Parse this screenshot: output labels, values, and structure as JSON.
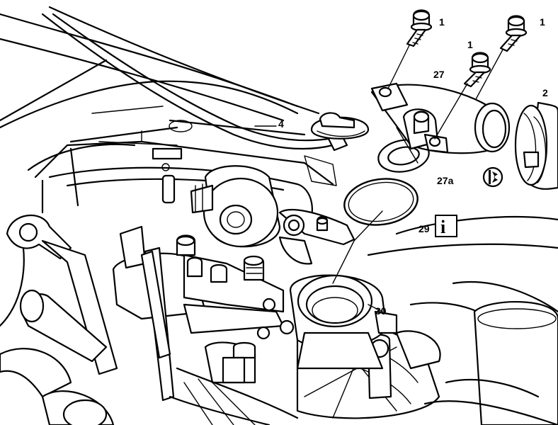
{
  "callouts": {
    "bolt_1a": "1",
    "bolt_1b": "1",
    "bolt_1c": "1",
    "hose": "2",
    "cable": "4",
    "housing_cover": "27",
    "gasket": "27a",
    "seal_ring": "29",
    "thermostat_housing": "30"
  },
  "info_symbol": "i",
  "colors": {
    "line": "#000000",
    "background": "#ffffff"
  },
  "icons": [
    "info-icon",
    "coolant-warning-icon"
  ]
}
